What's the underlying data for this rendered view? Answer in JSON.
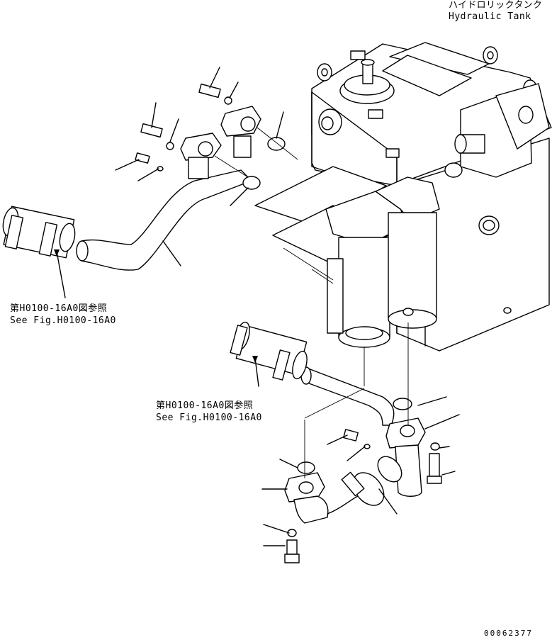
{
  "title": {
    "jp": "ハイドロリックタンク",
    "en": "Hydraulic Tank"
  },
  "references": [
    {
      "jp": "第H0100-16A0図参照",
      "en": "See Fig.H0100-16A0"
    },
    {
      "jp": "第H0100-16A0図参照",
      "en": "See Fig.H0100-16A0"
    }
  ],
  "drawing_number": "00062377",
  "colors": {
    "ink": "#000000",
    "paper": "#ffffff"
  }
}
